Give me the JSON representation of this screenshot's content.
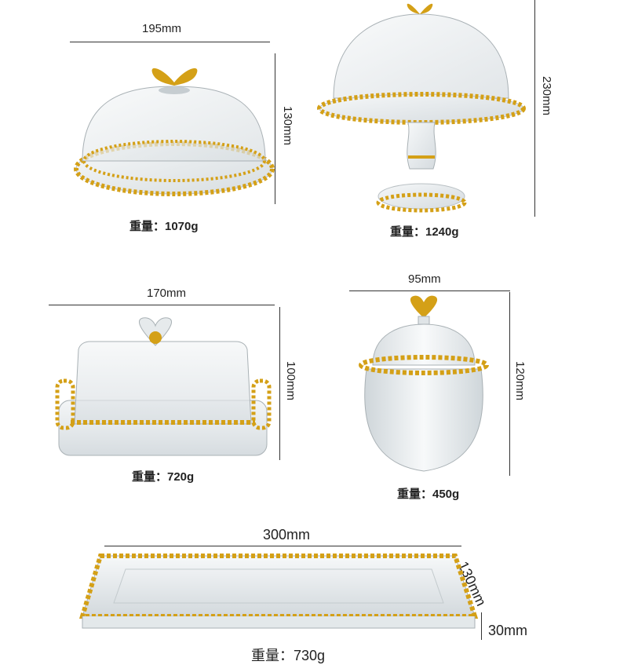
{
  "products": [
    {
      "id": "cake-dome-small",
      "width_label": "195mm",
      "height_label": "130mm",
      "weight_label": "重量：1070g"
    },
    {
      "id": "cake-stand-tall",
      "height_label": "230mm",
      "weight_label": "重量：1240g"
    },
    {
      "id": "butter-dish",
      "width_label": "170mm",
      "height_label": "100mm",
      "weight_label": "重量：720g"
    },
    {
      "id": "sugar-jar",
      "width_label": "95mm",
      "height_label": "120mm",
      "weight_label": "重量：450g"
    },
    {
      "id": "long-tray",
      "width_label": "300mm",
      "depth_label": "130mm",
      "height_label": "30mm",
      "weight_label": "重量：730g"
    }
  ],
  "colors": {
    "gold": "#d4a017",
    "glass": "#e9ecef",
    "line": "#333333"
  }
}
